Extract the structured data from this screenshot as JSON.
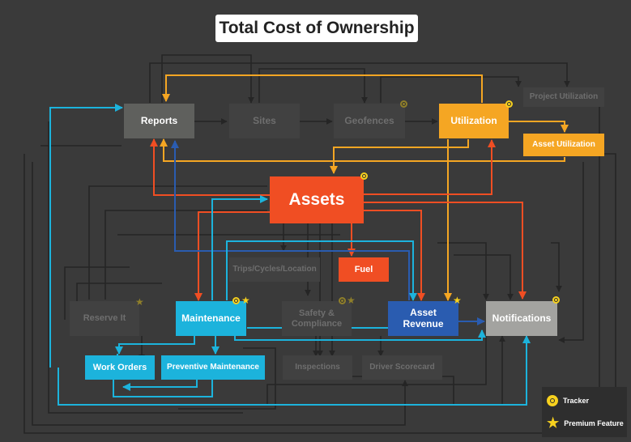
{
  "title": "Total Cost of Ownership",
  "nodes": {
    "reports": "Reports",
    "sites": "Sites",
    "geofences": "Geofences",
    "utilization": "Utilization",
    "project_utilization": "Project Utilization",
    "asset_utilization": "Asset Utilization",
    "assets": "Assets",
    "trips": "Trips/Cycles/Location",
    "fuel": "Fuel",
    "reserve_it": "Reserve It",
    "maintenance": "Maintenance",
    "safety_line1": "Safety &",
    "safety_line2": "Compliance",
    "asset_revenue_line1": "Asset",
    "asset_revenue_line2": "Revenue",
    "notifications": "Notifications",
    "work_orders": "Work Orders",
    "preventive_maintenance": "Preventive Maintenance",
    "inspections": "Inspections",
    "driver_scorecard": "Driver Scorecard"
  },
  "legend": {
    "tracker": "Tracker",
    "premium": "Premium Feature"
  },
  "colors": {
    "background": "#3a3a3a",
    "utilization": "#f5a623",
    "assets": "#f04e23",
    "maintenance": "#1cb3dc",
    "asset_revenue": "#2a5cb0",
    "notifications": "#a3a3a0",
    "reports": "#5f605d",
    "dim_box": "#414141",
    "badge": "#f7d11e"
  }
}
